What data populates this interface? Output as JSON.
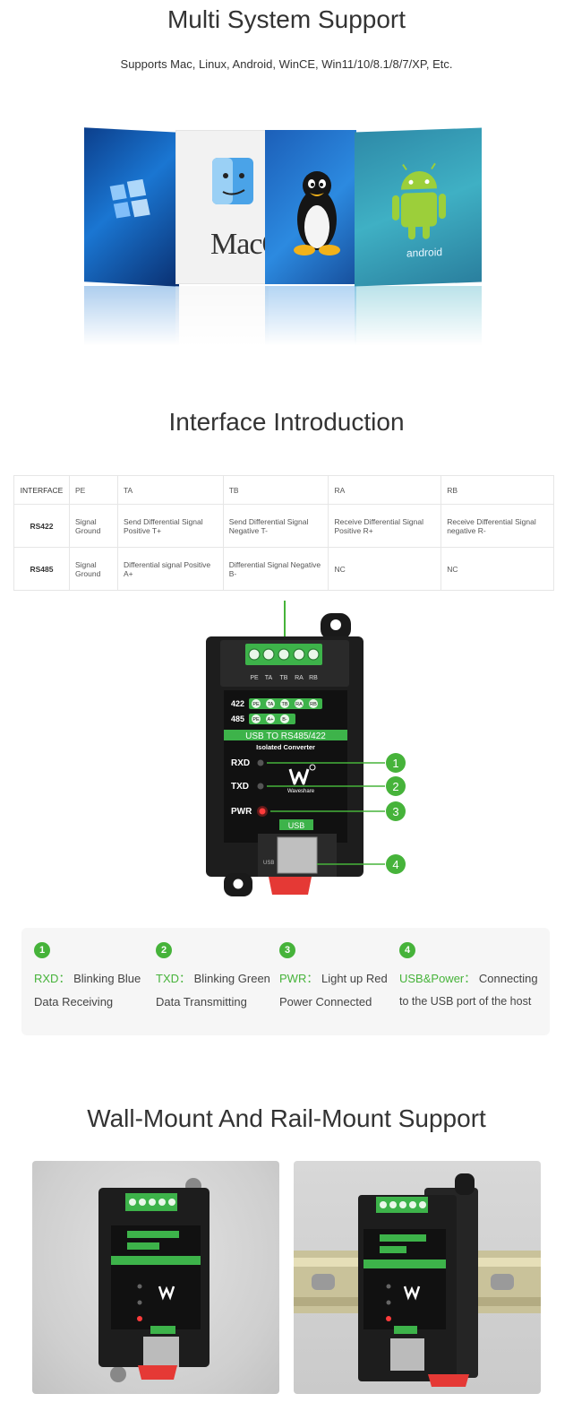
{
  "multi_system": {
    "title": "Multi System Support",
    "subtitle": "Supports Mac, Linux, Android, WinCE, Win11/10/8.1/8/7/XP, Etc.",
    "panels": [
      {
        "name": "windows",
        "label": ""
      },
      {
        "name": "mac",
        "label": "MacO"
      },
      {
        "name": "linux",
        "label": ""
      },
      {
        "name": "android",
        "label": "android"
      }
    ]
  },
  "interface": {
    "title": "Interface Introduction",
    "header": [
      "INTERFACE",
      "PE",
      "TA",
      "TB",
      "RA",
      "RB"
    ],
    "rows": [
      [
        "RS422",
        "Signal Ground",
        "Send Differential Signal Positive T+",
        "Send Differential Signal Negative T-",
        "Receive Differential Signal Positive R+",
        "Receive Differential Signal negative R-"
      ],
      [
        "RS485",
        "Signal Ground",
        "Differential signal Positive A+",
        "Differential Signal Negative B-",
        "NC",
        "NC"
      ]
    ]
  },
  "device": {
    "terminal_labels": [
      "PE",
      "TA",
      "TB",
      "RA",
      "RB"
    ],
    "row422": {
      "label": "422",
      "pins": [
        "PE",
        "TA",
        "TB",
        "RA",
        "RB"
      ]
    },
    "row485": {
      "label": "485",
      "pins": [
        "PE",
        "A+",
        "B-"
      ]
    },
    "banner": "USB TO RS485/422",
    "banner_sub": "Isolated Converter",
    "leds": [
      "RXD",
      "TXD",
      "PWR"
    ],
    "brand": "Waveshare",
    "usb_label": "USB",
    "usb_small": "USB",
    "callouts": [
      "1",
      "2",
      "3",
      "4"
    ]
  },
  "legend": [
    {
      "num": "1",
      "key": "RXD：",
      "value": "Blinking Blue",
      "desc": "Data Receiving"
    },
    {
      "num": "2",
      "key": "TXD：",
      "value": "Blinking Green",
      "desc": "Data Transmitting"
    },
    {
      "num": "3",
      "key": "PWR：",
      "value": "Light up Red",
      "desc": "Power Connected"
    },
    {
      "num": "4",
      "key": "USB&Power：",
      "value": "Connecting",
      "desc": "to the USB port of the host"
    }
  ],
  "mount": {
    "title": "Wall-Mount And Rail-Mount Support"
  },
  "colors": {
    "accent_green": "#46b33a",
    "device_body": "#1d1d1d",
    "terminal_green": "#3db34a"
  }
}
